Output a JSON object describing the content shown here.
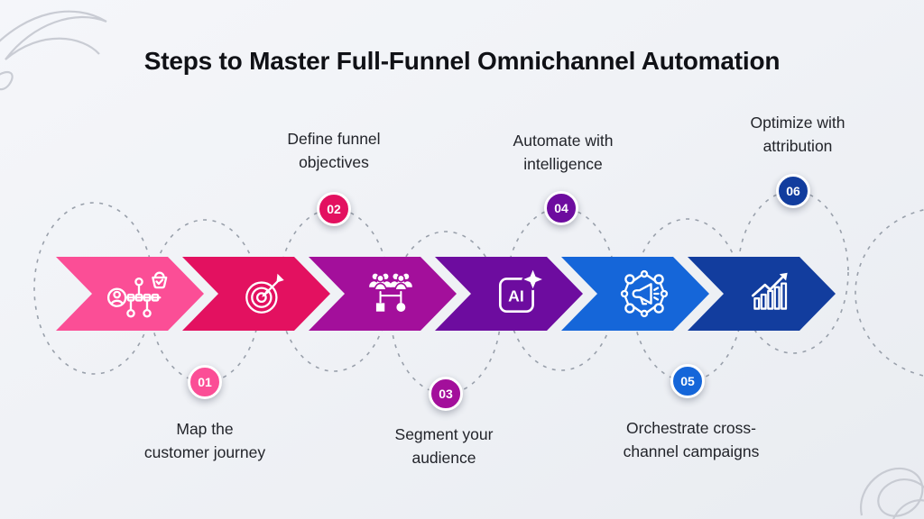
{
  "title": "Steps to Master Full-Funnel Omnichannel Automation",
  "steps": [
    {
      "number": "01",
      "label": "Map the\ncustomer journey",
      "icon": "customer-journey-icon",
      "color": "#FB4E96",
      "label_position": "bottom"
    },
    {
      "number": "02",
      "label": "Define funnel\nobjectives",
      "icon": "target-dart-icon",
      "color": "#E31160",
      "label_position": "top"
    },
    {
      "number": "03",
      "label": "Segment your\naudience",
      "icon": "audience-segmentation-icon",
      "color": "#A30F9B",
      "label_position": "bottom"
    },
    {
      "number": "04",
      "label": "Automate with\nintelligence",
      "icon": "ai-sparkle-icon",
      "color": "#6D0C9F",
      "label_position": "top"
    },
    {
      "number": "05",
      "label": "Orchestrate cross-\nchannel campaigns",
      "icon": "megaphone-network-icon",
      "color": "#1566D9",
      "label_position": "bottom"
    },
    {
      "number": "06",
      "label": "Optimize with\nattribution",
      "icon": "growth-chart-icon",
      "color": "#123D9E",
      "label_position": "top"
    }
  ],
  "colors": {
    "background": "#f0f2f6",
    "title_text": "#101116",
    "label_text": "#22242a",
    "dashed_path": "#99a0ab",
    "corner_scribble": "#c5c8d0",
    "icon_stroke": "#ffffff"
  }
}
